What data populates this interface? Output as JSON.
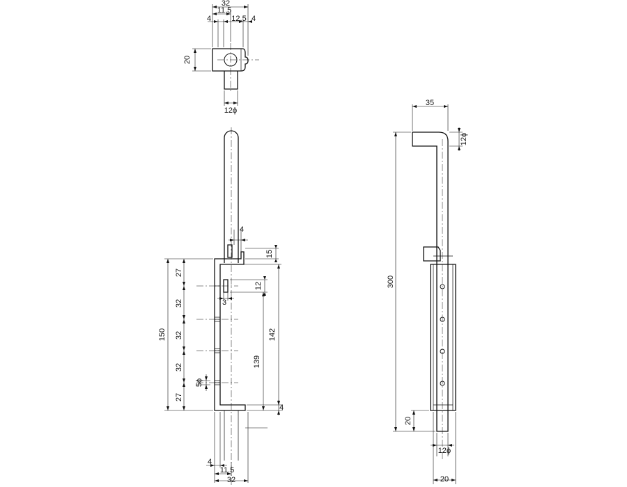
{
  "drawing": {
    "top_view": {
      "width": "32",
      "offset_a": "11.5",
      "left_gap": "4",
      "offset_b": "12.5",
      "right_gap": "4",
      "height": "20",
      "pin_diameter": "12ϕ"
    },
    "front_view": {
      "tab_width": "4",
      "tab_height": "15",
      "total_height": "150",
      "spacing_top": "27",
      "spacing_1": "32",
      "spacing_2": "32",
      "spacing_3": "32",
      "spacing_bottom": "27",
      "slot_height": "12",
      "slot_width": "3",
      "inner_length": "142",
      "hole_span": "139",
      "hole_diameter": "5ϕ",
      "base_gap": "4",
      "bottom_gap": "4",
      "bottom_offset": "11.5",
      "bottom_width": "32"
    },
    "side_view": {
      "hook_width": "35",
      "rod_diameter_top": "12ϕ",
      "total_length": "300",
      "bottom_extension": "20",
      "rod_diameter_bottom": "12ϕ",
      "bottom_width": "20"
    }
  }
}
